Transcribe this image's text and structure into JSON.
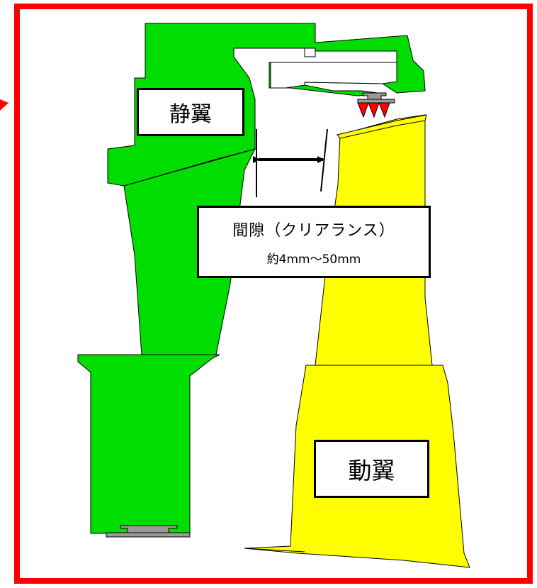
{
  "labels": {
    "stator": "静翼",
    "rotor": "動翼",
    "clearance_title": "間隙（クリアランス）",
    "clearance_range": "約4mm～50mm"
  },
  "colors": {
    "frame": "#ff0000",
    "stator_fill": "#00dd00",
    "rotor_fill": "#ffff00",
    "seal_gray": "#9a9a9a",
    "seal_teeth": "#ff0000",
    "outline": "#000000"
  }
}
